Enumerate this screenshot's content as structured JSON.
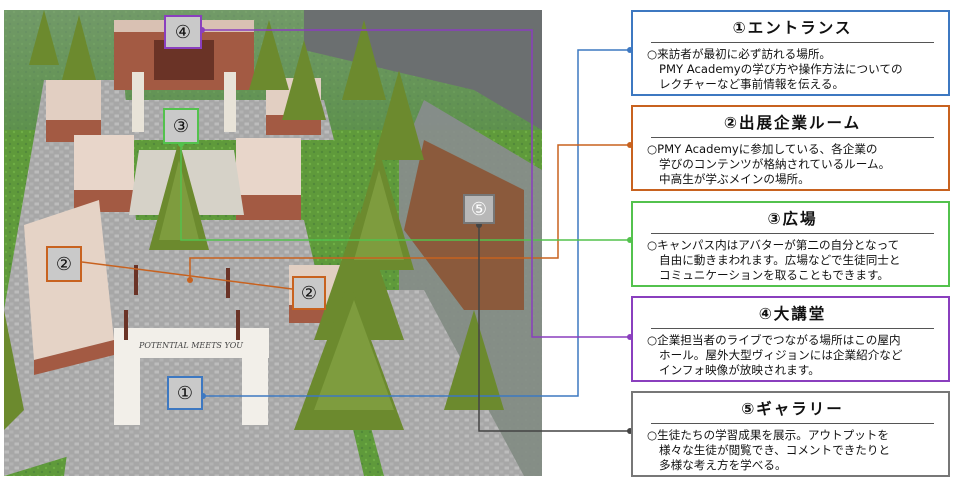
{
  "scene": {
    "arch_text": "POTENTIAL MEETS YOU"
  },
  "markers": {
    "m1": "①",
    "m2": "②",
    "m3": "③",
    "m4": "④",
    "m5": "⑤"
  },
  "colors": {
    "entrance": "#3d78c1",
    "exhibitor_room": "#c8621f",
    "plaza": "#53c24d",
    "auditorium": "#8a3fbe",
    "gallery": "#777777"
  },
  "boxes": [
    {
      "title": "①エントランス",
      "lines": [
        "○来訪者が最初に必ず訪れる場所。",
        "PMY Academyの学び方や操作方法についての",
        "レクチャーなど事前情報を伝える。"
      ]
    },
    {
      "title": "②出展企業ルーム",
      "lines": [
        "○PMY Academyに参加している、各企業の",
        "学びのコンテンツが格納されているルーム。",
        "中高生が学ぶメインの場所。"
      ]
    },
    {
      "title": "③広場",
      "lines": [
        "○キャンパス内はアバターが第二の自分となって",
        "自由に動きまわれます。広場などで生徒同士と",
        "コミュニケーションを取ることもできます。"
      ]
    },
    {
      "title": "④大講堂",
      "lines": [
        "○企業担当者のライブでつながる場所はこの屋内",
        "ホール。屋外大型ヴィジョンには企業紹介など",
        "インフォ映像が放映されます。"
      ]
    },
    {
      "title": "⑤ギャラリー",
      "lines": [
        "○生徒たちの学習成果を展示。アウトプットを",
        "様々な生徒が閲覧でき、コメントできたりと",
        "多様な考え方を学べる。"
      ]
    }
  ]
}
